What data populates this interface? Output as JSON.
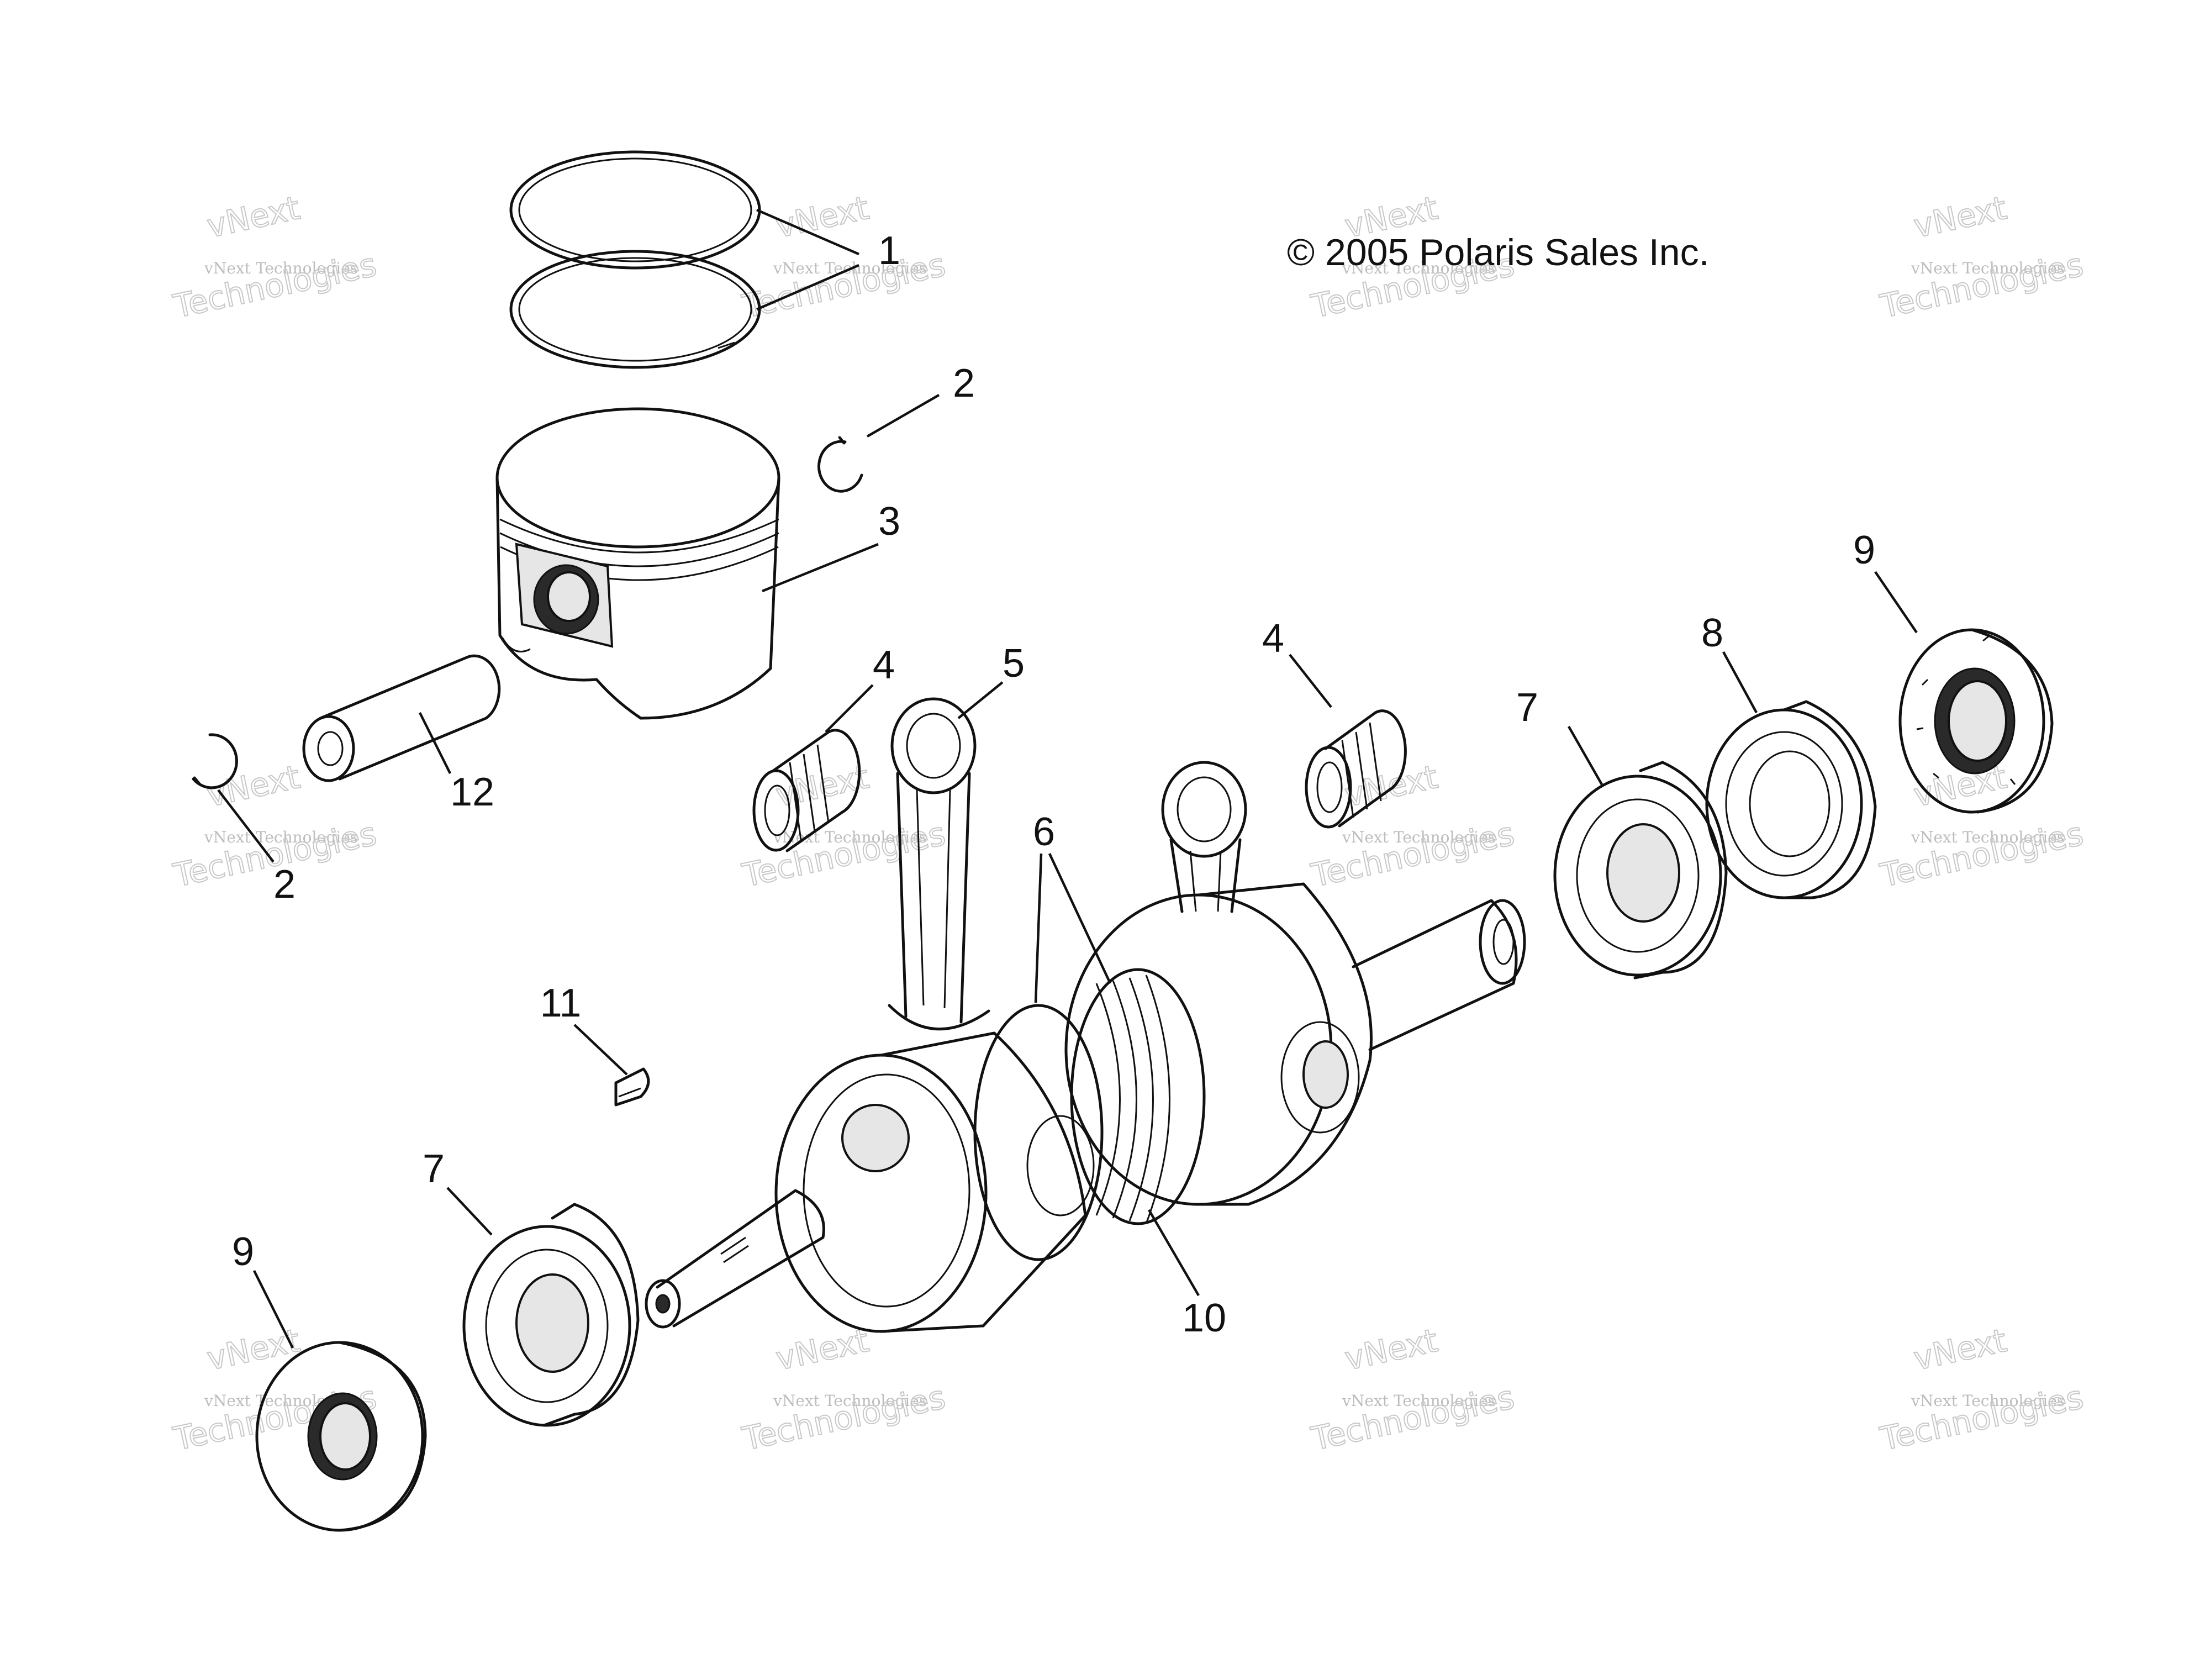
{
  "copyright": "© 2005 Polaris Sales Inc.",
  "callouts": {
    "c1": "1",
    "c2a": "2",
    "c2b": "2",
    "c3": "3",
    "c4a": "4",
    "c4b": "4",
    "c5": "5",
    "c6": "6",
    "c7a": "7",
    "c7b": "7",
    "c8": "8",
    "c9a": "9",
    "c9b": "9",
    "c10": "10",
    "c11": "11",
    "c12": "12"
  },
  "watermark": {
    "line": "vNext Technologies",
    "top": "vNext",
    "bottom": "Technologies"
  },
  "colors": {
    "ink": "#111111",
    "watermark": "#c8c8c8",
    "background": "#ffffff"
  }
}
